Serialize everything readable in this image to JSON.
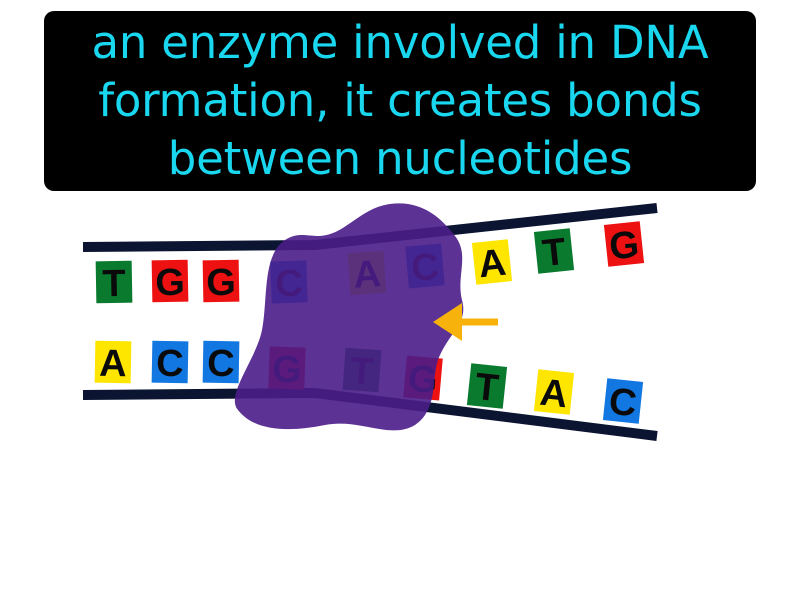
{
  "caption": {
    "lines": [
      "an enzyme involved in DNA",
      "formation, it creates bonds",
      "between nucleotides"
    ],
    "text_color": "#1ad7f0",
    "background_color": "#000000"
  },
  "dna": {
    "backbone_color": "#0b1430",
    "top_strand": [
      "T",
      "G",
      "G",
      "C",
      "A",
      "C",
      "A",
      "T",
      "G"
    ],
    "bottom_strand": [
      "A",
      "C",
      "C",
      "G",
      "T",
      "G",
      "T",
      "A",
      "C"
    ],
    "base_colors": {
      "A": "#ffe600",
      "T": "#0a7a2e",
      "G": "#ee1111",
      "C": "#1277e0"
    }
  },
  "enzyme": {
    "color": "#4a1d8a",
    "opacity": 0.9
  },
  "arrow": {
    "color": "#f7b30c",
    "direction": "left"
  }
}
